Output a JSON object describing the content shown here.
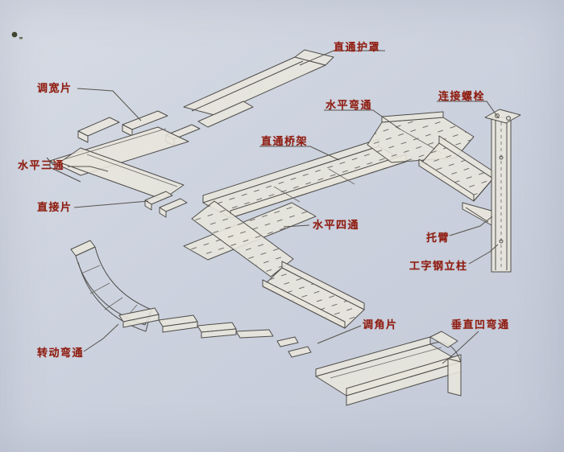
{
  "diagram": {
    "title": "cable-tray-assembly-diagram",
    "background_color": "#ccd2de",
    "line_color": "#4e4c4a",
    "label_color": "#8f1c10",
    "labels": [
      {
        "id": "straight-cover",
        "text": "直通护罩"
      },
      {
        "id": "width-adjust-piece",
        "text": "调宽片"
      },
      {
        "id": "horizontal-tee",
        "text": "水平三通"
      },
      {
        "id": "connector-piece",
        "text": "直接片"
      },
      {
        "id": "horizontal-bend",
        "text": "水平弯通"
      },
      {
        "id": "connecting-bolt",
        "text": "连接螺栓"
      },
      {
        "id": "straight-tray",
        "text": "直通桥架"
      },
      {
        "id": "horizontal-cross",
        "text": "水平四通"
      },
      {
        "id": "bracket-arm",
        "text": "托臂"
      },
      {
        "id": "i-beam-column",
        "text": "工字钢立柱"
      },
      {
        "id": "angle-adjust-piece",
        "text": "调角片"
      },
      {
        "id": "vertical-concave-bend",
        "text": "垂直凹弯通"
      },
      {
        "id": "rotating-bend",
        "text": "转动弯通"
      }
    ]
  }
}
